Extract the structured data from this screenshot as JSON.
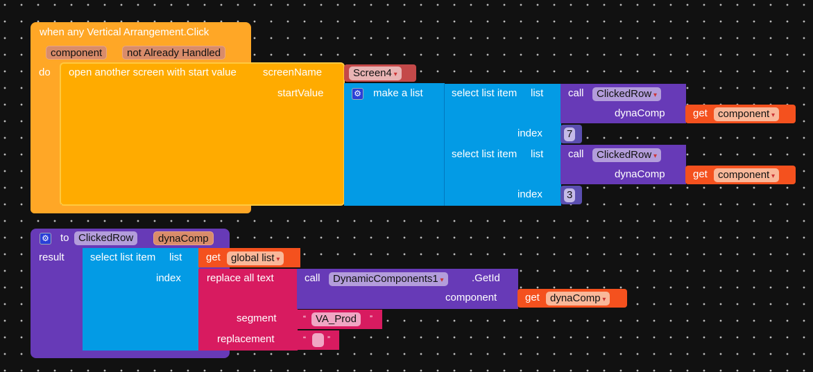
{
  "event_block": {
    "title": "when any Vertical Arrangement.Click",
    "params": [
      "component",
      "not Already Handled"
    ],
    "do_label": "do"
  },
  "open_screen": {
    "label": "open another screen with start value",
    "screenName_label": "screenName",
    "screen_value": "Screen4",
    "startValue_label": "startValue"
  },
  "make_list": {
    "label": "make a list"
  },
  "select_items": [
    {
      "label": "select list item",
      "list_label": "list",
      "index_label": "index",
      "call_label": "call",
      "procedure": "ClickedRow",
      "arg_label": "dynaComp",
      "get_label": "get",
      "get_var": "component",
      "index_value": "7"
    },
    {
      "label": "select list item",
      "list_label": "list",
      "index_label": "index",
      "call_label": "call",
      "procedure": "ClickedRow",
      "arg_label": "dynaComp",
      "get_label": "get",
      "get_var": "component",
      "index_value": "3"
    }
  ],
  "procedure_block": {
    "to_label": "to",
    "name": "ClickedRow",
    "param": "dynaComp",
    "result_label": "result",
    "select": {
      "label": "select list item",
      "list_label": "list",
      "index_label": "index"
    },
    "get_list": {
      "get_label": "get",
      "var": "global list"
    },
    "replace": {
      "label": "replace all text",
      "segment_label": "segment",
      "replacement_label": "replacement",
      "segment_value": "VA_Prod",
      "replacement_value": ""
    },
    "call": {
      "call_label": "call",
      "component": "DynamicComponents1",
      "method": ".GetId",
      "arg_label": "component",
      "get_label": "get",
      "get_var": "dynaComp"
    },
    "quote_open": "“",
    "quote_close": "”"
  }
}
